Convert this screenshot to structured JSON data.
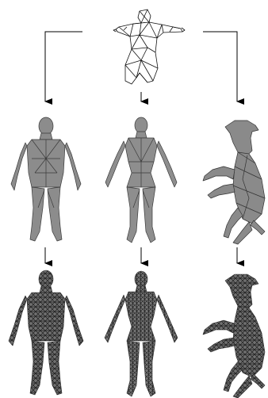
{
  "figure": {
    "description_free": true,
    "colors": {
      "background": "#ffffff",
      "line": "#000000",
      "template_wire": "#111111",
      "template_fill": "#ffffff",
      "shaded_fill": "#8e8e8e",
      "shaded_edge": "#3a3a3a",
      "dense_fill": "#6f6f6f",
      "dense_mesh": "#1f1f1f"
    },
    "template": {
      "name": "wireframe-humanoid-template"
    },
    "columns": [
      {
        "name": "male-humanoid",
        "rows": [
          "coarse-fit",
          "dense-mesh"
        ]
      },
      {
        "name": "female-humanoid",
        "rows": [
          "coarse-fit",
          "dense-mesh"
        ]
      },
      {
        "name": "horse",
        "rows": [
          "coarse-fit",
          "dense-mesh"
        ]
      }
    ]
  }
}
